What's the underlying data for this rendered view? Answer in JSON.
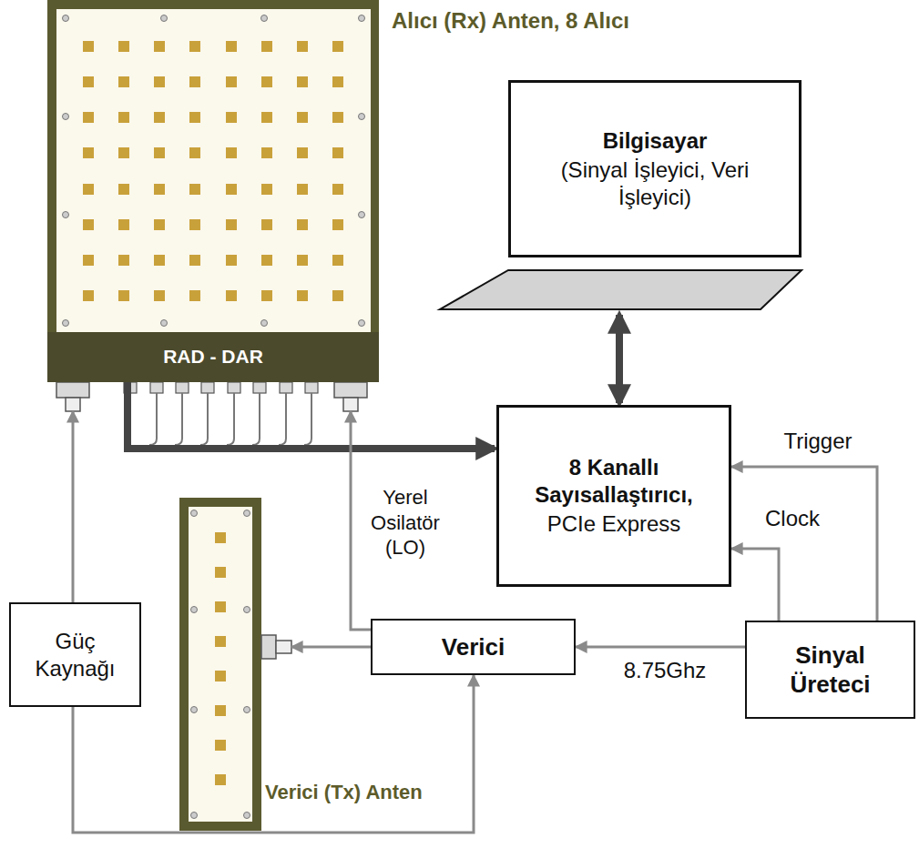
{
  "diagram": {
    "nodes": [
      {
        "text": [
          "Alıcı (Rx) Anten, 8 Alıcı"
        ]
      },
      {
        "text": [
          "RAD - DAR"
        ],
        "in": 0
      },
      {
        "text": [
          "Bilgisayar",
          "(Sinyal İşleyici, Veri İşleyici)"
        ]
      },
      {
        "text": [
          "8 Kanallı Sayısallaştırıcı,",
          "PCIe Express"
        ]
      },
      {
        "text": [
          "Güç Kaynağı"
        ]
      },
      {
        "text": [
          "Verici (Tx) Anten"
        ]
      },
      {
        "text": [
          "Verici"
        ]
      },
      {
        "text": [
          "Sinyal Üreteci"
        ]
      }
    ],
    "edges": [
      {
        "from": 0,
        "to": 3,
        "arrow": "to"
      },
      {
        "from": 2,
        "to": 3,
        "arrow": "both"
      },
      {
        "from": 7,
        "to": 3,
        "label": "Trigger",
        "arrow": "to"
      },
      {
        "from": 7,
        "to": 3,
        "label": "Clock",
        "arrow": "to"
      },
      {
        "from": 7,
        "to": 6,
        "label": "8.75Ghz",
        "arrow": "to"
      },
      {
        "from": 6,
        "to": 5,
        "arrow": "to"
      },
      {
        "from": 6,
        "to": 0,
        "label": "Yerel Osilatör (LO)",
        "arrow": "to"
      },
      {
        "from": 4,
        "to": 0,
        "arrow": "to"
      },
      {
        "from": 4,
        "to": 6,
        "arrow": "to"
      }
    ]
  }
}
